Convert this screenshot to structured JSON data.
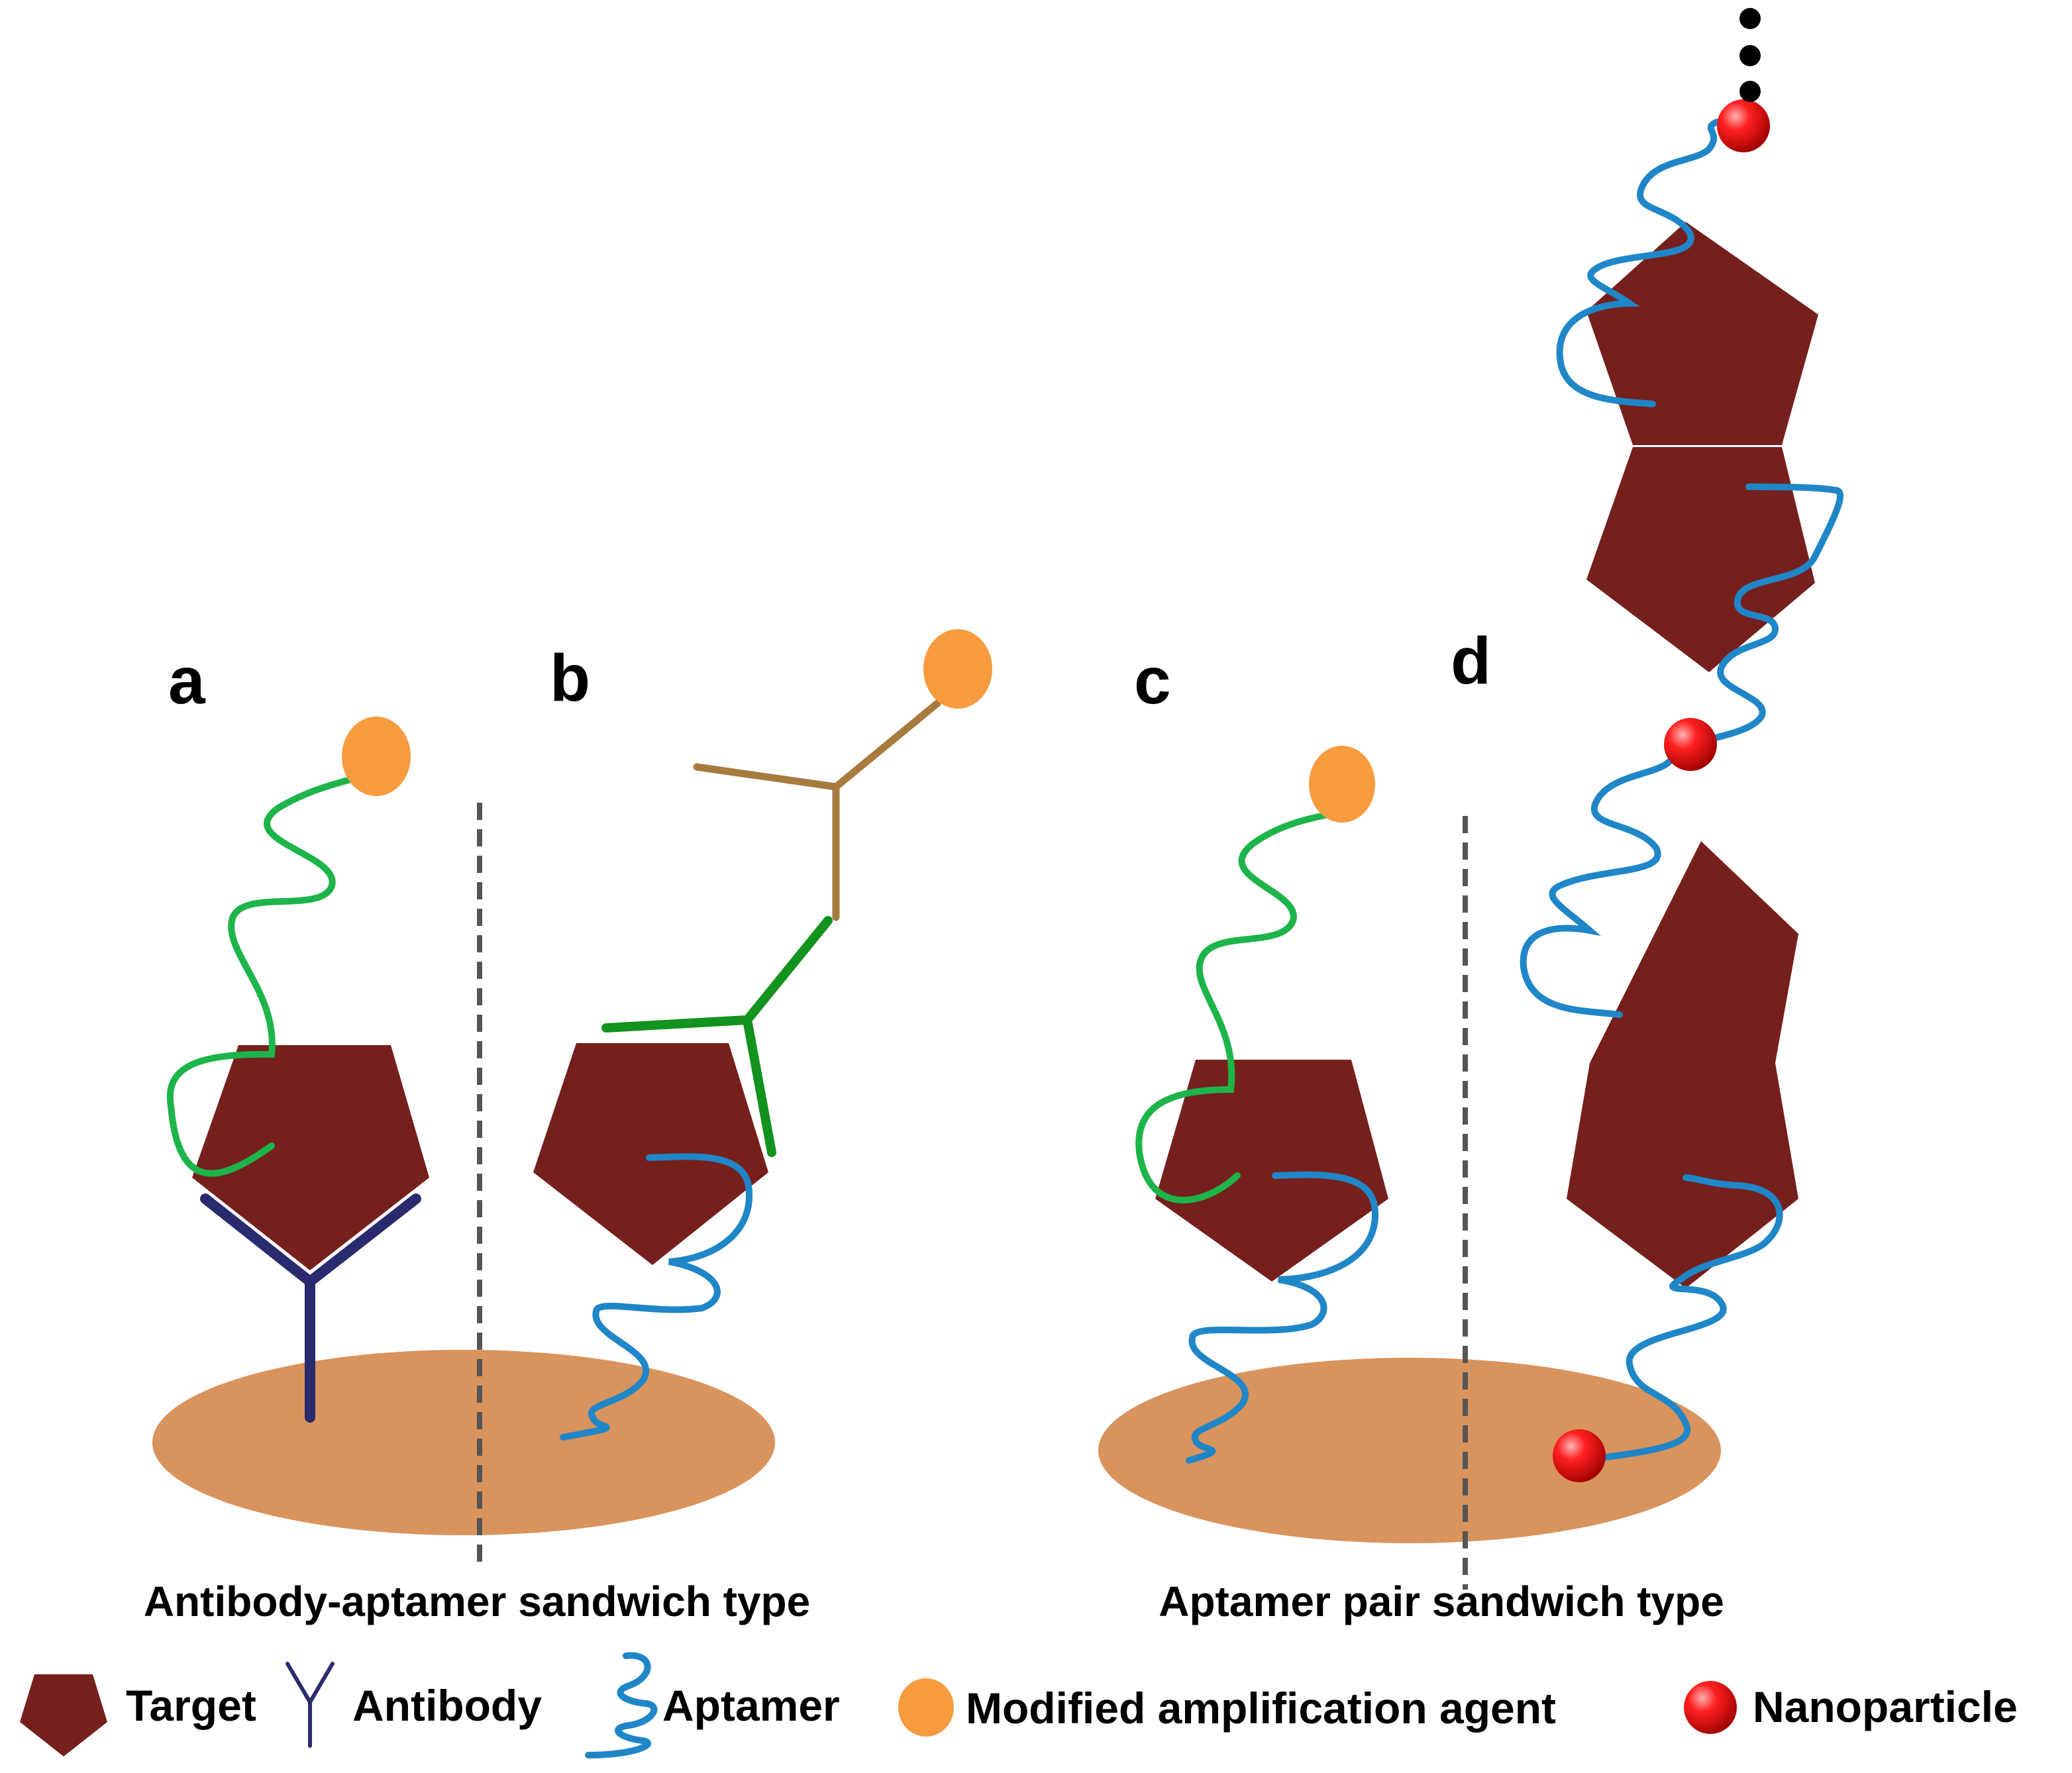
{
  "panels": {
    "a": "a",
    "b": "b",
    "c": "c",
    "d": "d"
  },
  "captions": {
    "left": "Antibody-aptamer sandwich type",
    "right": "Aptamer pair sandwich type"
  },
  "legend": {
    "target": "Target",
    "antibody": "Antibody",
    "aptamer": "Aptamer",
    "agent": "Modified amplification agent",
    "nanoparticle": "Nanoparticle"
  },
  "colors": {
    "target": "#76201e",
    "substrate": "#d9935d",
    "antibody_primary": "#2a2a6e",
    "antibody_secondary_green": "#12921e",
    "antibody_tertiary_brown": "#a77a3e",
    "aptamer_blue": "#1f86c8",
    "aptamer_green": "#1db44a",
    "amplification_agent": "#f79b3f",
    "nanoparticle": "#e8090d",
    "divider": "#555555"
  }
}
